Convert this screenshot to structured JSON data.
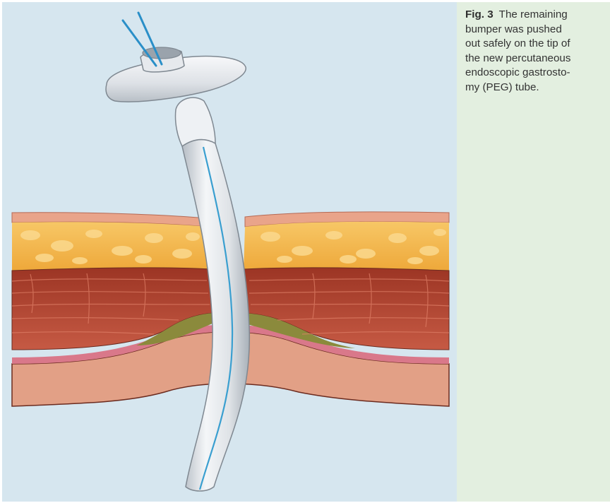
{
  "figure": {
    "label": "Fig. 3",
    "caption_lines": [
      "The remaining",
      "bumper was pushed",
      "out safely on the tip of",
      "the new percutaneous",
      "endoscopic gastrosto-",
      "my (PEG) tube."
    ]
  },
  "colors": {
    "background": "#d6e6ef",
    "caption_panel": "#e3efe0",
    "skin": "#e9a48a",
    "fat": "#f3b850",
    "muscle": "#b94a36",
    "peritoneum": "#8b8a3c",
    "stomach_mucosa": "#d9788a",
    "stomach_wall": "#e2a086",
    "tube": "#d8dde2",
    "tube_stripe": "#3a9fd0",
    "guide_wire": "#2a8fc8"
  }
}
